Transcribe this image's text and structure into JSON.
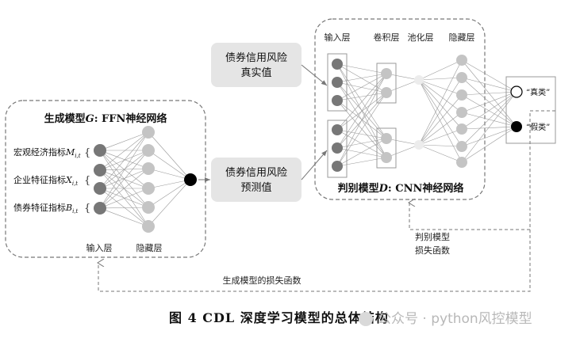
{
  "generator": {
    "title_prefix": "生成模型",
    "title_var": "G",
    "title_suffix": ": FFN神经网络",
    "inputs": [
      {
        "label": "宏观经济指标",
        "var": "M",
        "sub": "i,t"
      },
      {
        "label": "企业特征指标",
        "var": "X",
        "sub": "i,t"
      },
      {
        "label": "债券特征指标",
        "var": "B",
        "sub": "i,t"
      }
    ],
    "input_layer_label": "输入层",
    "hidden_layer_label": "隐藏层"
  },
  "boxes": {
    "real": [
      "债券信用风险",
      "真实值"
    ],
    "pred": [
      "债券信用风险",
      "预测值"
    ]
  },
  "discriminator": {
    "title_prefix": "判别模型",
    "title_var": "D",
    "title_suffix": ": CNN神经网络",
    "layers": [
      "输入层",
      "卷积层",
      "池化层",
      "隐藏层"
    ]
  },
  "output": {
    "real_label": "“真类”",
    "fake_label": "“假类”"
  },
  "losses": {
    "disc_loss": [
      "判别模型",
      "损失函数"
    ],
    "gen_loss": "生成模型的损失函数"
  },
  "caption": {
    "text": "图 4    CDL 深度学习模型的总体结构",
    "watermark": "公众号 · python风控模型"
  },
  "colors": {
    "dark_node": "#777777",
    "light_node": "#c4c4c4",
    "black_node": "#000000",
    "box_fill": "#e5e5e5",
    "dash": "#777777"
  }
}
